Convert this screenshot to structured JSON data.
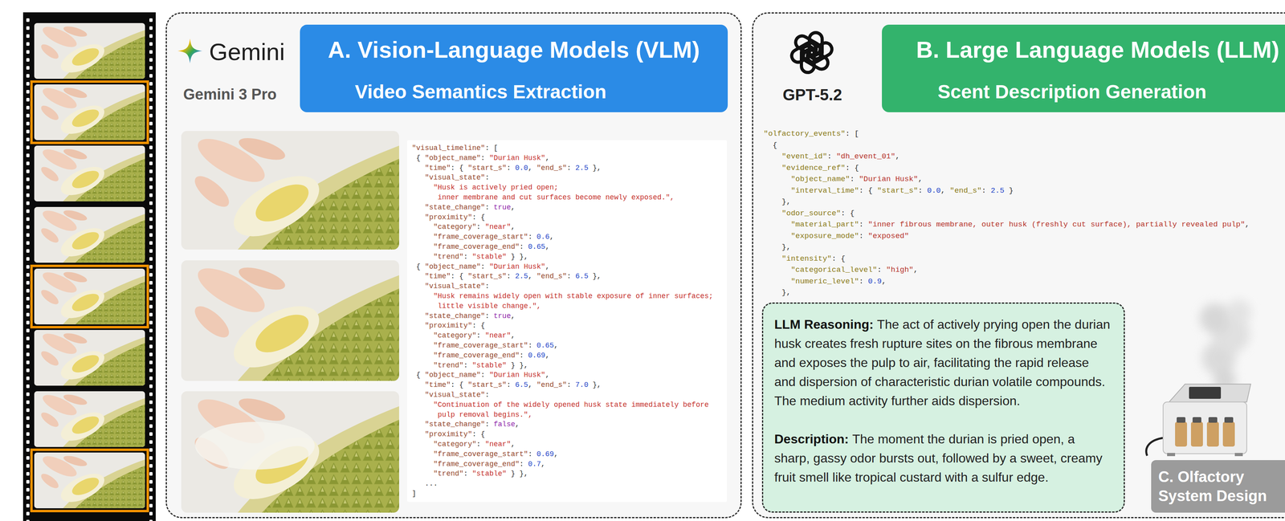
{
  "diagram": {
    "nodes": [
      {
        "text": [
          "Gemini",
          "Gemini 3 Pro"
        ]
      },
      {
        "text": [
          "A. Vision-Language Models (VLM)",
          "Video Semantics Extraction"
        ],
        "in": 0
      },
      {
        "text": [
          "\"visual_timeline\": [",
          "{ \"object_name\": \"Durian Husk\",",
          "\"time\": { \"start_s\": 0.0, \"end_s\": 2.5 },",
          "\"visual_state\":",
          "\"Husk is actively pried open;",
          "inner membrane and cut surfaces become newly exposed.\",",
          "\"state_change\": true,",
          "\"proximity\": {",
          "\"category\": \"near\",",
          "\"frame_coverage_start\": 0.6,",
          "\"frame_coverage_end\": 0.65,",
          "\"trend\": \"stable\" } },",
          "{ \"object_name\": \"Durian Husk\",",
          "\"time\": { \"start_s\": 2.5, \"end_s\": 6.5 },",
          "\"visual_state\":",
          "\"Husk remains widely open with stable exposure of inner surfaces;",
          "little visible change.\",",
          "\"state_change\": true,",
          "\"proximity\": {",
          "\"category\": \"near\",",
          "\"frame_coverage_start\": 0.65,",
          "\"frame_coverage_end\": 0.69,",
          "\"trend\": \"stable\" } },",
          "{ \"object_name\": \"Durian Husk\",",
          "\"time\": { \"start_s\": 6.5, \"end_s\": 7.0 },",
          "\"visual_state\":",
          "\"Continuation of the widely opened husk state immediately before",
          "pulp removal begins.\",",
          "\"state_change\": false,",
          "\"proximity\": {",
          "\"category\": \"near\",",
          "\"frame_coverage_start\": 0.69,",
          "\"frame_coverage_end\": 0.7,",
          "\"trend\": \"stable\" } },",
          "...",
          "]"
        ],
        "in": 0
      },
      {
        "text": [
          "GPT-5.2"
        ]
      },
      {
        "text": [
          "B. Large Language Models (LLM)",
          "Scent Description Generation"
        ],
        "in": 3
      },
      {
        "text": [
          "LLM Reasoning:",
          "The act of actively prying open the durian husk creates fresh rupture sites on the fibrous membrane and exposes the pulp to air, facilitating the rapid release and dispersion of characteristic durian volatile compounds. The medium activity further aids dispersion.",
          "Description:",
          "The moment the durian is pried open, a sharp, gassy odor bursts out, followed by a sweet, creamy fruit smell like tropical custard with a sulfur edge."
        ],
        "in": 3
      },
      {
        "text": [
          "C. Olfactory System Design"
        ],
        "in": 3
      }
    ],
    "labels": [
      "\"olfactory_events\": [",
      "{",
      "\"event_id\": \"dh_event_01\",",
      "\"evidence_ref\": {",
      "\"object_name\": \"Durian Husk\",",
      "\"interval_time\": { \"start_s\": 0.0, \"end_s\": 2.5 }",
      "},",
      "\"odor_source\": {",
      "\"material_part\": \"inner fibrous membrane, outer husk (freshly cut surface), partially revealed pulp\",",
      "\"exposure_mode\": \"exposed\"",
      "},",
      "\"intensity\": {",
      "\"categorical_level\": \"high\",",
      "\"numeric_level\": 0.9,",
      "},"
    ]
  }
}
